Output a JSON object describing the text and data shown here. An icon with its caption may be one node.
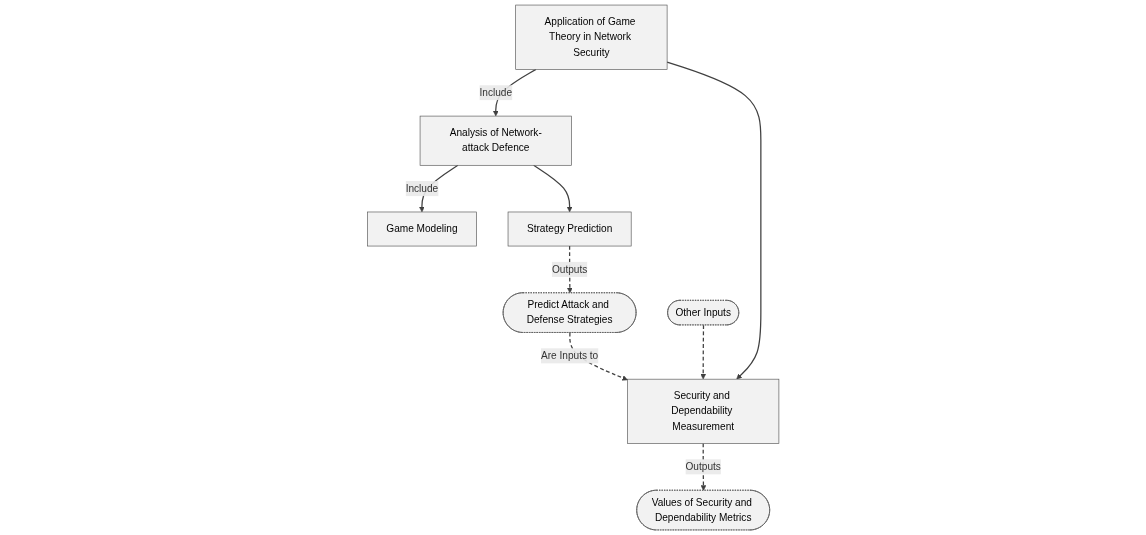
{
  "diagram": {
    "nodes": [
      {
        "text": [
          "Application of Game Theory in Network Security"
        ]
      },
      {
        "text": [
          "Analysis of Network-attack Defence"
        ]
      },
      {
        "text": [
          "Security and Dependability Measurement"
        ]
      },
      {
        "text": [
          "Values of Security and Dependability Metrics"
        ]
      },
      {
        "text": [
          "Game Modeling"
        ]
      },
      {
        "text": [
          "Strategy Prediction"
        ]
      },
      {
        "text": [
          "Predict Attack and Defense Strategies"
        ]
      },
      {
        "text": [
          "Other Inputs"
        ]
      }
    ],
    "edges": [
      {
        "from": 0,
        "to": 1,
        "arrow": "to",
        "label": "Include"
      },
      {
        "from": 0,
        "to": 2,
        "arrow": "to"
      },
      {
        "from": 2,
        "to": 3,
        "arrow": "to",
        "style": "dashed",
        "label": "Outputs"
      },
      {
        "from": 1,
        "to": 4,
        "arrow": "to",
        "label": "Include"
      },
      {
        "from": 1,
        "to": 5,
        "arrow": "to"
      },
      {
        "from": 5,
        "to": 6,
        "arrow": "to",
        "style": "dashed",
        "label": "Outputs"
      },
      {
        "from": 6,
        "to": 2,
        "arrow": "to",
        "style": "dashed",
        "label": "Are Inputs to"
      },
      {
        "from": 7,
        "to": 2,
        "arrow": "to",
        "style": "dashed"
      }
    ]
  }
}
